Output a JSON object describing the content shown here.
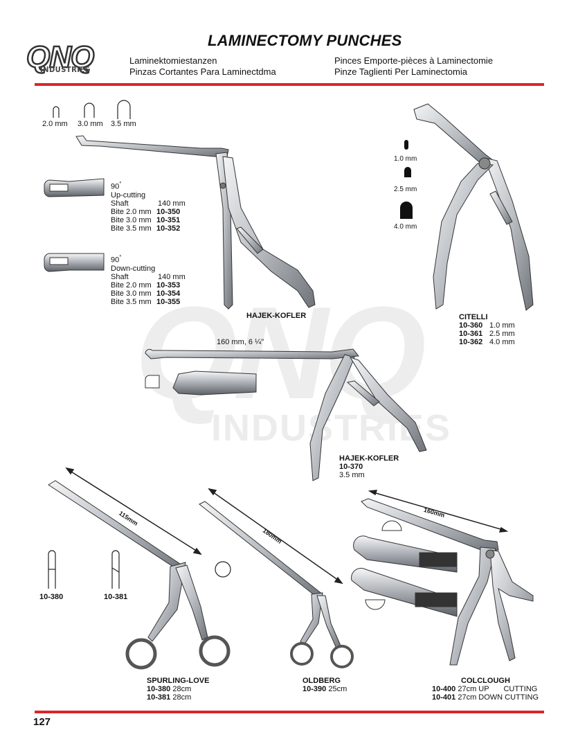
{
  "header": {
    "title": "LAMINECTOMY PUNCHES",
    "logo_main": "QNQ",
    "logo_sub": "INDUSTRIES",
    "translations_left": [
      "Laminektomiestanzen",
      "Pinzas Cortantes Para Laminectdma"
    ],
    "translations_right": [
      "Pinces Emporte-pièces à Laminectomie",
      "Pinze Taglienti Per Laminectomia"
    ]
  },
  "watermark": {
    "main": "QNQ",
    "sub": "INDUSTRIES"
  },
  "bite_sizes_top": [
    "2.0 mm",
    "3.0 mm",
    "3.5 mm"
  ],
  "up_cutting": {
    "angle": "90",
    "degree": "°",
    "line1": "Up-cutting",
    "line2": "Shaft",
    "length": "140 mm",
    "rows": [
      {
        "label": "Bite 2.0 mm",
        "code": "10-350"
      },
      {
        "label": "Bite 3.0 mm",
        "code": "10-351"
      },
      {
        "label": "Bite 3.5 mm",
        "code": "10-352"
      }
    ]
  },
  "down_cutting": {
    "angle": "90",
    "degree": "°",
    "line1": "Down-cutting",
    "line2": "Shaft",
    "length": "140 mm",
    "rows": [
      {
        "label": "Bite 2.0 mm",
        "code": "10-353"
      },
      {
        "label": "Bite 3.0 mm",
        "code": "10-354"
      },
      {
        "label": "Bite 3.5 mm",
        "code": "10-355"
      }
    ]
  },
  "hajek_kofler_1": {
    "name": "HAJEK-KOFLER"
  },
  "citelli": {
    "name": "CITELLI",
    "tip_sizes": [
      "1.0 mm",
      "2.5 mm",
      "4.0 mm"
    ],
    "rows": [
      {
        "code": "10-360",
        "size": "1.0 mm"
      },
      {
        "code": "10-361",
        "size": "2.5 mm"
      },
      {
        "code": "10-362",
        "size": "4.0 mm"
      }
    ]
  },
  "hajek_kofler_2": {
    "length": "160 mm, 6 ¼\"",
    "name": "HAJEK-KOFLER",
    "code": "10-370",
    "size": "3.5 mm"
  },
  "spurling_love": {
    "dimension": "115mm",
    "tip_codes": [
      "10-380",
      "10-381"
    ],
    "name": "SPURLING-LOVE",
    "rows": [
      {
        "code": "10-380",
        "size": "28cm"
      },
      {
        "code": "10-381",
        "size": "28cm"
      }
    ]
  },
  "oldberg": {
    "dimension": "180mm",
    "name": "OLDBERG",
    "code": "10-390",
    "size": "25cm"
  },
  "colclough": {
    "dimension": "160mm",
    "name": "COLCLOUGH",
    "rows": [
      {
        "code": "10-400",
        "desc": "27cm UP",
        "type": "CUTTING"
      },
      {
        "code": "10-401",
        "desc": "27cm DOWN CUTTING",
        "type": ""
      }
    ]
  },
  "footer": {
    "page_number": "127"
  },
  "colors": {
    "accent_red": "#d9262c",
    "steel": "#8a8f96",
    "watermark": "#ececec"
  }
}
